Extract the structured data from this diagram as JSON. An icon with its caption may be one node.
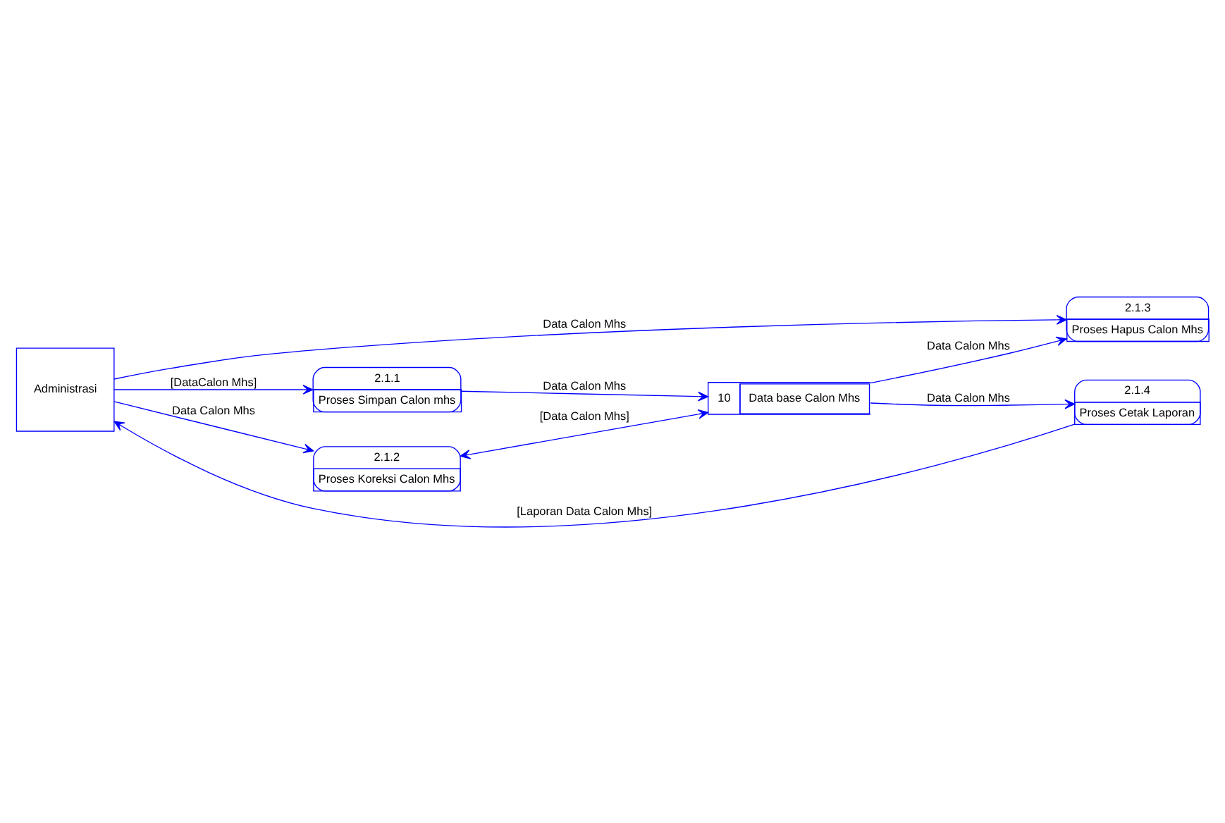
{
  "diagram": {
    "nodes": [
      {
        "text": [
          "Administrasi"
        ]
      },
      {
        "text": [
          "2.1.1",
          "Proses Simpan Calon mhs"
        ]
      },
      {
        "text": [
          "2.1.2",
          "Proses Koreksi Calon Mhs"
        ]
      },
      {
        "text": [
          "2.1.3",
          "Proses Hapus Calon Mhs"
        ]
      },
      {
        "text": [
          "2.1.4",
          "Proses Cetak Laporan"
        ]
      },
      {
        "text": [
          "10",
          "Data base Calon Mhs"
        ]
      }
    ],
    "edges": [
      {
        "from": 0,
        "to": 1,
        "arrow": "to",
        "label": "[DataCalon Mhs]"
      },
      {
        "from": 1,
        "to": 5,
        "arrow": "to",
        "label": "Data Calon Mhs"
      },
      {
        "from": 0,
        "to": 2,
        "arrow": "to",
        "label": "Data Calon Mhs"
      },
      {
        "from": 2,
        "to": 5,
        "arrow": "both",
        "label": "[Data Calon Mhs]"
      },
      {
        "from": 0,
        "to": 3,
        "arrow": "to",
        "label": "Data Calon Mhs"
      },
      {
        "from": 5,
        "to": 3,
        "arrow": "to",
        "label": "Data Calon Mhs"
      },
      {
        "from": 5,
        "to": 4,
        "arrow": "to",
        "label": "Data Calon Mhs"
      },
      {
        "from": 4,
        "to": 0,
        "arrow": "to",
        "label": "[Laporan Data Calon Mhs]"
      }
    ]
  }
}
